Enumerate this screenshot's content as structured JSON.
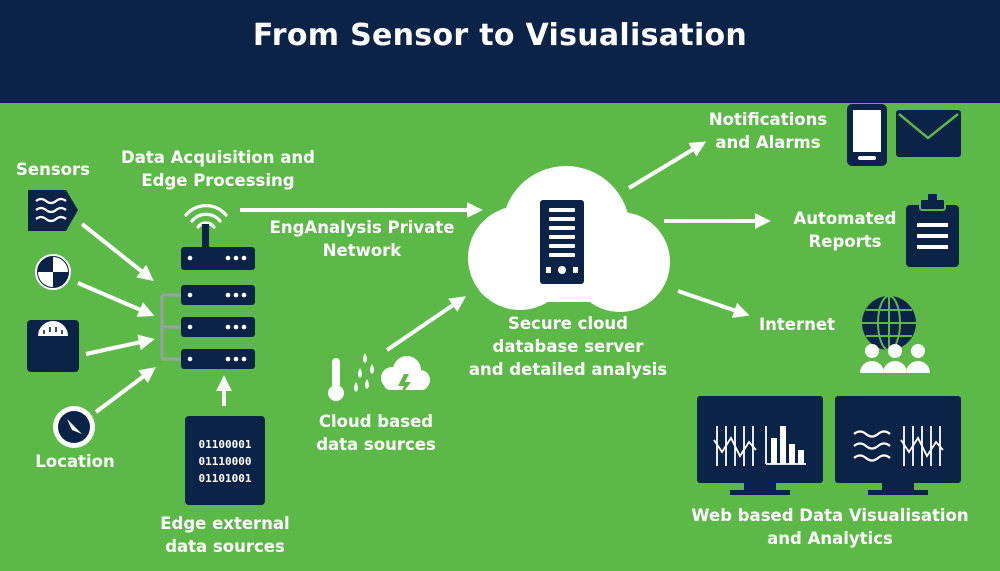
{
  "title": "From Sensor to Visualisation",
  "labels": {
    "sensors": "Sensors",
    "location": "Location",
    "acquisition_1": "Data Acquisition and",
    "acquisition_2": "Edge Processing",
    "network_1": "EngAnalysis Private",
    "network_2": "Network",
    "edge_external_1": "Edge external",
    "edge_external_2": "data sources",
    "cloud_sources_1": "Cloud based",
    "cloud_sources_2": "data sources",
    "cloud_server_1": "Secure cloud",
    "cloud_server_2": "database server",
    "cloud_server_3": "and detailed analysis",
    "notifications_1": "Notifications",
    "notifications_2": "and Alarms",
    "reports_1": "Automated",
    "reports_2": "Reports",
    "internet": "Internet",
    "webviz_1": "Web based Data Visualisation",
    "webviz_2": "and Analytics"
  },
  "binary": [
    "01100001",
    "01110000",
    "01101001"
  ],
  "colors": {
    "background": "#5cb947",
    "header": "#0c2348",
    "icon_fill": "#0c2348",
    "text": "#ffffff",
    "accent": "#5cb947"
  },
  "icons": [
    "wave-sensor-icon",
    "pressure-gauge-icon",
    "weighing-scale-icon",
    "compass-icon",
    "wifi-icon",
    "router-icon",
    "server-rack-icon",
    "binary-data-icon",
    "thermometer-icon",
    "raindrops-icon",
    "storm-cloud-icon",
    "cloud-server-icon",
    "smartphone-icon",
    "envelope-icon",
    "clipboard-icon",
    "globe-icon",
    "users-icon",
    "monitor-icon"
  ]
}
